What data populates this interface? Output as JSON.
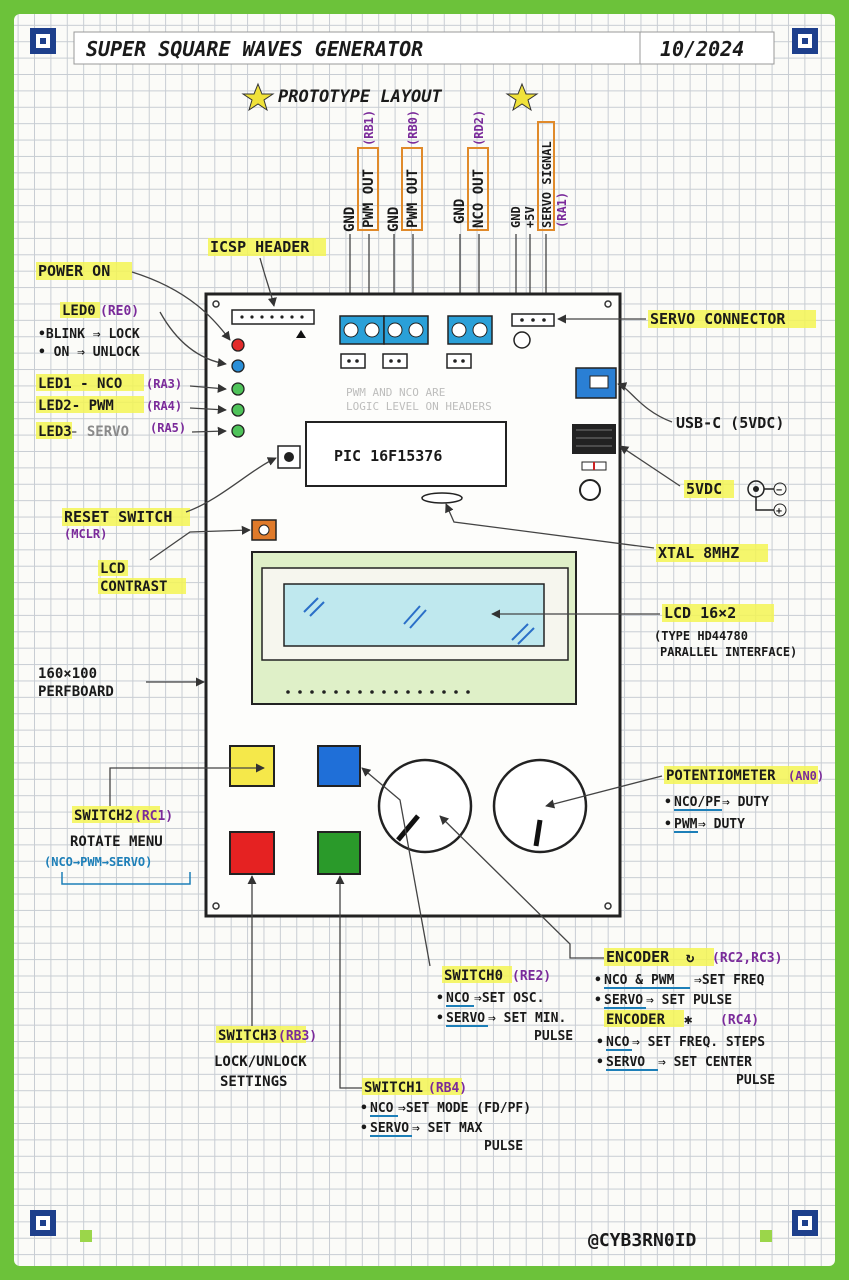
{
  "header": {
    "title": "SUPER SQUARE WAVES GENERATOR",
    "date": "10/2024",
    "subtitle": "PROTOTYPE LAYOUT"
  },
  "top_pins": {
    "gnd1": "GND",
    "pwm_out1": "PWM OUT",
    "rb1": "(RB1)",
    "gnd2": "GND",
    "pwm_out2": "PWM OUT",
    "rb0": "(RB0)",
    "gnd3": "GND",
    "nco_out": "NCO OUT",
    "rd2": "(RD2)",
    "gnd4": "GND",
    "plus5v": "+5V",
    "servo_signal": "SERVO SIGNAL",
    "ra1": "(RA1)"
  },
  "labels": {
    "icsp": "ICSP HEADER",
    "power_on": "POWER ON",
    "led0": "LED0",
    "led0_pin": "(RE0)",
    "led0_blink": "•BLINK ⇒ LOCK",
    "led0_on": "• ON ⇒ UNLOCK",
    "led1": "LED1 - NCO",
    "led1_pin": "(RA3)",
    "led2": "LED2- PWM",
    "led2_pin": "(RA4)",
    "led3": "LED3",
    "led3_suffix": " - SERVO",
    "led3_pin": "(RA5)",
    "reset": "RESET SWITCH",
    "mclr": "(MCLR)",
    "lcd_contrast1": "LCD",
    "lcd_contrast2": "CONTRAST",
    "perfboard1": "160×100",
    "perfboard2": "PERFBOARD",
    "servo_connector": "SERVO CONNECTOR",
    "usbc": "USB-C (5VDC)",
    "vdc": "5VDC",
    "xtal": "XTAL 8MHZ",
    "lcd": "LCD 16×2",
    "lcd_type1": "(TYPE HD44780",
    "lcd_type2": "PARALLEL INTERFACE)",
    "pic": "PIC 16F15376",
    "board_note1": "PWM AND NCO ARE",
    "board_note2": "LOGIC LEVEL ON HEADERS",
    "potentiometer": "POTENTIOMETER",
    "pot_pin": "(AN0)",
    "pot_nco_k": "NCO/PF",
    "pot_nco_v": " ⇒ DUTY",
    "pot_pwm_k": "PWM",
    "pot_pwm_v": " ⇒ DUTY",
    "switch2": "SWITCH2",
    "switch2_pin": "(RC1)",
    "rotate_menu": "ROTATE MENU",
    "rotate_seq": "(NCO→PWM→SERVO)",
    "encoder": "ENCODER",
    "encoder_pin": "(RC2,RC3)",
    "enc_nco_k": "NCO & PWM",
    "enc_nco_v": "⇒SET FREQ",
    "enc_servo_k": "SERVO",
    "enc_servo_v": "⇒ SET PULSE",
    "encoder2": "ENCODER",
    "encoder2_pin": "(RC4)",
    "enc2_nco_k": "NCO",
    "enc2_nco_v": "⇒ SET FREQ. STEPS",
    "enc2_servo_k": "SERVO",
    "enc2_servo_v": "⇒ SET CENTER",
    "enc2_servo_v2": "PULSE",
    "switch0": "SWITCH0",
    "switch0_pin": "(RE2)",
    "sw0_nco_k": "NCO",
    "sw0_nco_v": "⇒SET OSC.",
    "sw0_servo_k": "SERVO",
    "sw0_servo_v": "⇒ SET MIN.",
    "sw0_servo_v2": "PULSE",
    "switch3": "SWITCH3",
    "switch3_pin": "(RB3)",
    "lock1": "LOCK/UNLOCK",
    "lock2": "SETTINGS",
    "switch1": "SWITCH1",
    "switch1_pin": "(RB4)",
    "sw1_nco_k": "NCO",
    "sw1_nco_v": "⇒SET MODE (FD/PF)",
    "sw1_servo_k": "SERVO",
    "sw1_servo_v": "⇒ SET MAX",
    "sw1_servo_v2": "PULSE",
    "handle": "@CYB3RN0ID"
  },
  "colors": {
    "accent_green": "#6cc23a",
    "highlight": "#f3f554",
    "pin_purple": "#7a2a9a",
    "note_blue": "#1d7fb8"
  }
}
